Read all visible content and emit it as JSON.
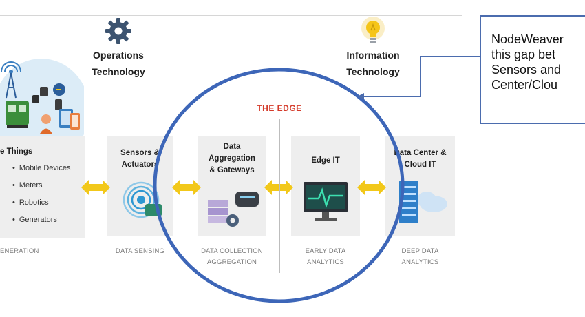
{
  "sections": {
    "ot": {
      "title_line1": "Operations",
      "title_line2": "Technology",
      "icon": "gear-icon"
    },
    "it": {
      "title_line1": "Information",
      "title_line2": "Technology",
      "icon": "lightbulb-icon"
    }
  },
  "edge_label": "THE EDGE",
  "panels": {
    "things": {
      "title": "e Things",
      "items": [
        "Mobile Devices",
        "Meters",
        "Robotics",
        "Generators"
      ],
      "footer": "ENERATION"
    },
    "sensors": {
      "title_line1": "Sensors &",
      "title_line2": "Actuators",
      "footer": "DATA SENSING"
    },
    "gateways": {
      "title_line1": "Data",
      "title_line2": "Aggregation",
      "title_line3": "& Gateways",
      "footer_line1": "DATA COLLECTION",
      "footer_line2": "AGGREGATION"
    },
    "edge_it": {
      "title": "Edge IT",
      "footer_line1": "EARLY DATA",
      "footer_line2": "ANALYTICS"
    },
    "datacenter": {
      "title_line1": "Data Center &",
      "title_line2": "Cloud IT",
      "footer_line1": "DEEP DATA",
      "footer_line2": "ANALYTICS"
    }
  },
  "callout": {
    "text": "NodeWeaver\nthis gap bet\nSensors and\nCenter/Clou"
  },
  "colors": {
    "edge_circle": "#3d66b8",
    "edge_text": "#d43a2a",
    "arrow": "#f2c81a",
    "callout_border": "#4b6cae",
    "chart_bg": "#1e4e4a",
    "chart_line": "#3ce0b0"
  }
}
